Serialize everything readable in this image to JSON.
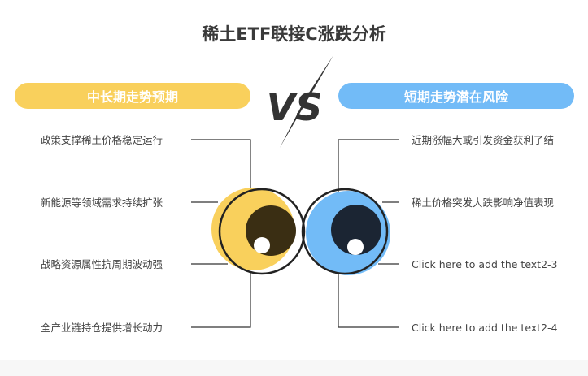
{
  "title": "稀土ETF联接C涨跌分析",
  "vs_label": "VS",
  "left": {
    "heading": "中长期走势预期",
    "color": "#F9D05C",
    "items": [
      "政策支撑稀土价格稳定运行",
      "新能源等领域需求持续扩张",
      "战略资源属性抗周期波动强",
      "全产业链持仓提供增长动力"
    ]
  },
  "right": {
    "heading": "短期走势潜在风险",
    "color": "#72BBF7",
    "items": [
      "近期涨幅大或引发资金获利了结",
      "稀土价格突发大跌影响净值表现",
      "Click here to add the text2-3",
      "Click here to add the text2-4"
    ]
  }
}
